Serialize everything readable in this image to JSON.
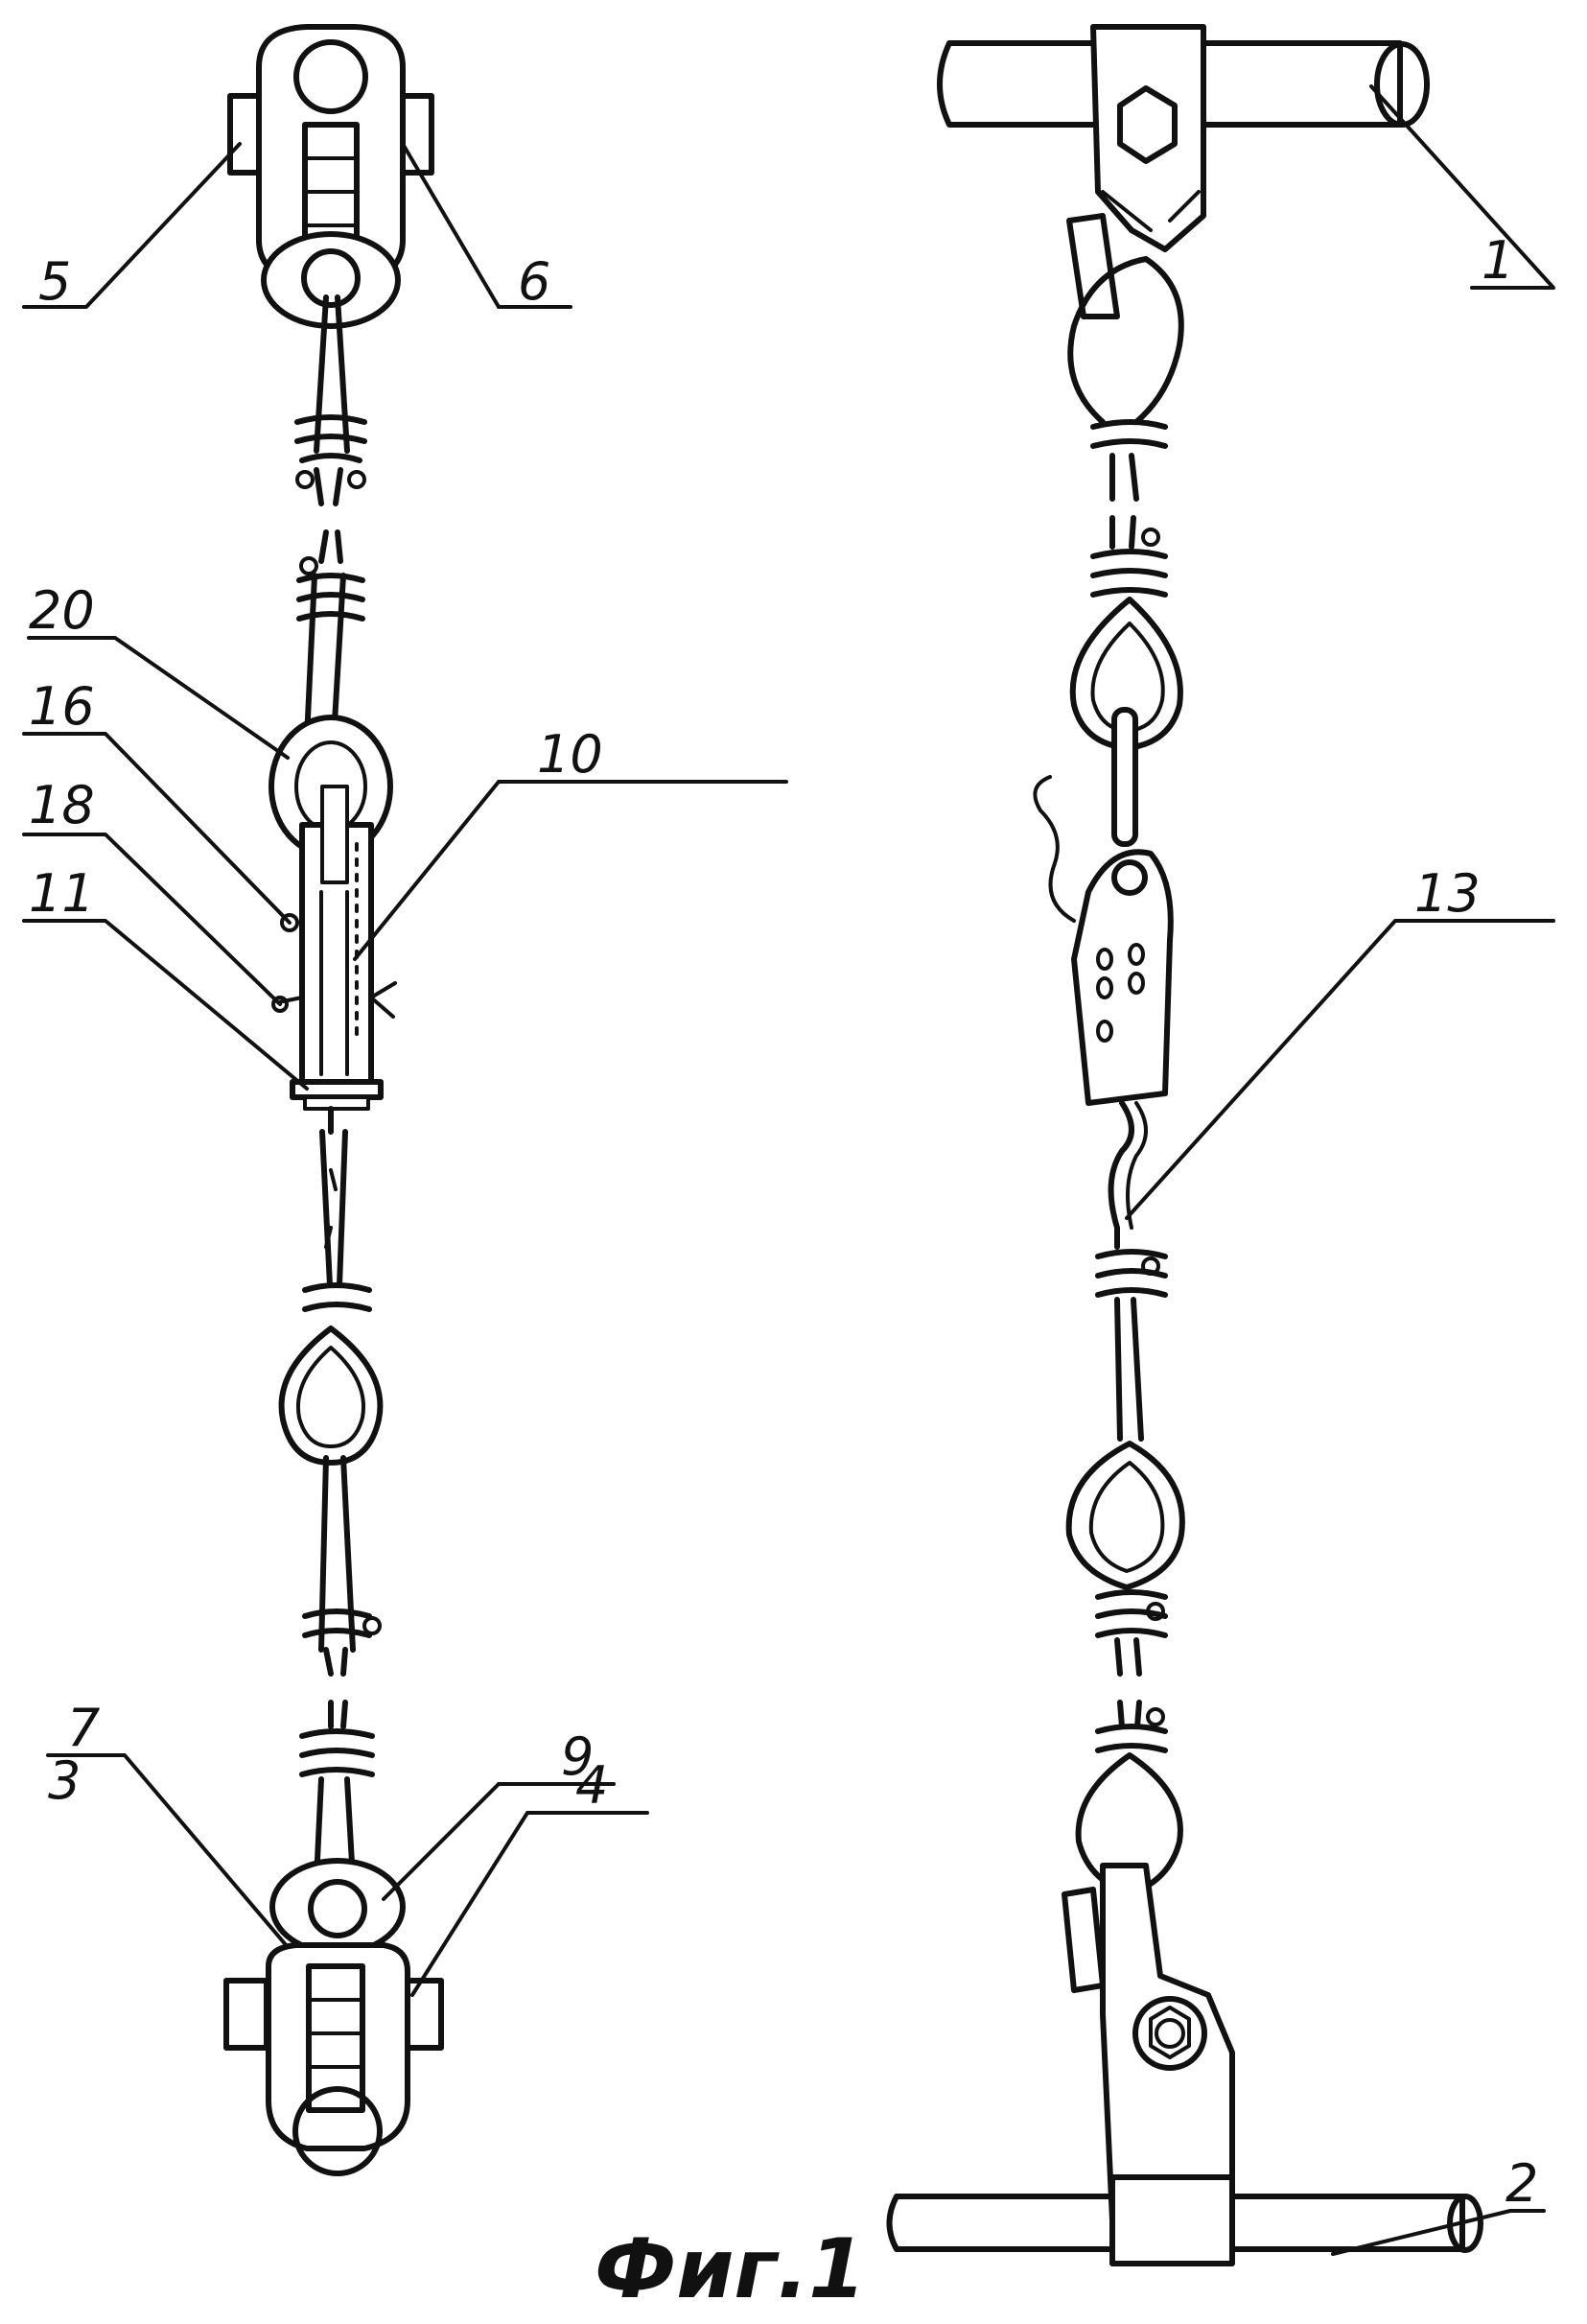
{
  "figure": {
    "caption": "Фиг.1",
    "labels": {
      "l1": "1",
      "l2": "2",
      "l3": "3",
      "l4": "4",
      "l5": "5",
      "l6": "6",
      "l7": "7",
      "l9": "9",
      "l10": "10",
      "l11": "11",
      "l13": "13",
      "l16": "16",
      "l18": "18",
      "l20": "20"
    }
  }
}
